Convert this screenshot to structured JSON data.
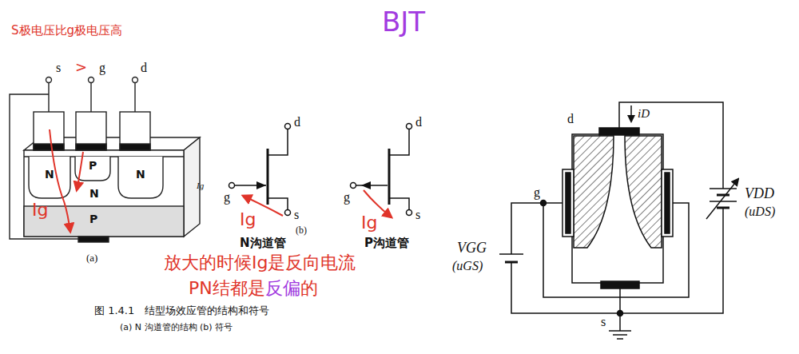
{
  "diagram": {
    "title": "BJT",
    "caption": "图 1.4.1　结型场效应管的结构和符号",
    "labels": [
      "S极电压比g极电压高",
      "s",
      ">",
      "g",
      "d",
      "N",
      "P",
      "N",
      "N",
      "Ig",
      "P",
      "(a)",
      "d",
      "g",
      "Ig",
      "Ig",
      "s",
      "(b)",
      "N沟道管",
      "d",
      "g",
      "Ig",
      "s",
      "P沟道管",
      "放大的时候Ig是反向电流",
      "PN结都是",
      "反偏",
      "的",
      "(a) N 沟道管的结构 (b) 符号",
      "d",
      "iD",
      "g",
      "VGG",
      "(uGS)",
      "VDD",
      "(uDS)",
      "s"
    ]
  }
}
